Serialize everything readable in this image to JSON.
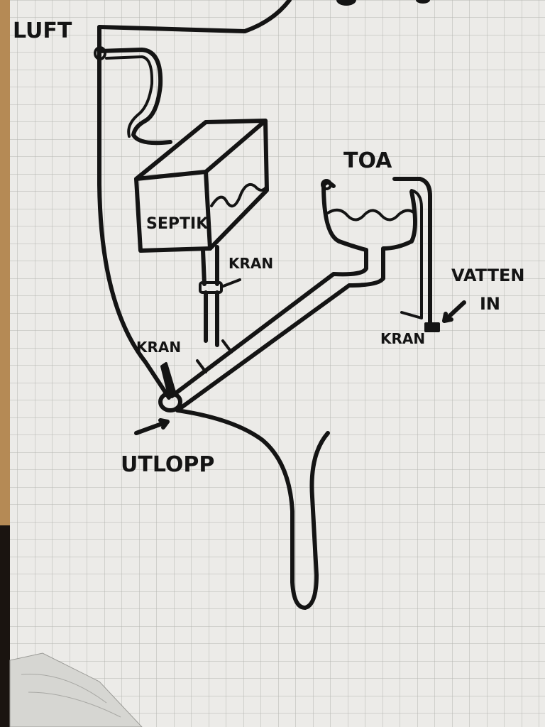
{
  "colors": {
    "paper": "#ecebe8",
    "grid": "#b4b4b0",
    "ink": "#141414",
    "wood_edge": "#b58a55"
  },
  "labels": {
    "luft": "LUFT",
    "septik": "SEPTIK",
    "toa": "TOA",
    "kran_septik": "KRAN",
    "kran_outlet": "KRAN",
    "kran_water": "KRAN",
    "vatten": "VATTEN",
    "vatten_in": "IN",
    "utlopp": "UTLOPP"
  }
}
